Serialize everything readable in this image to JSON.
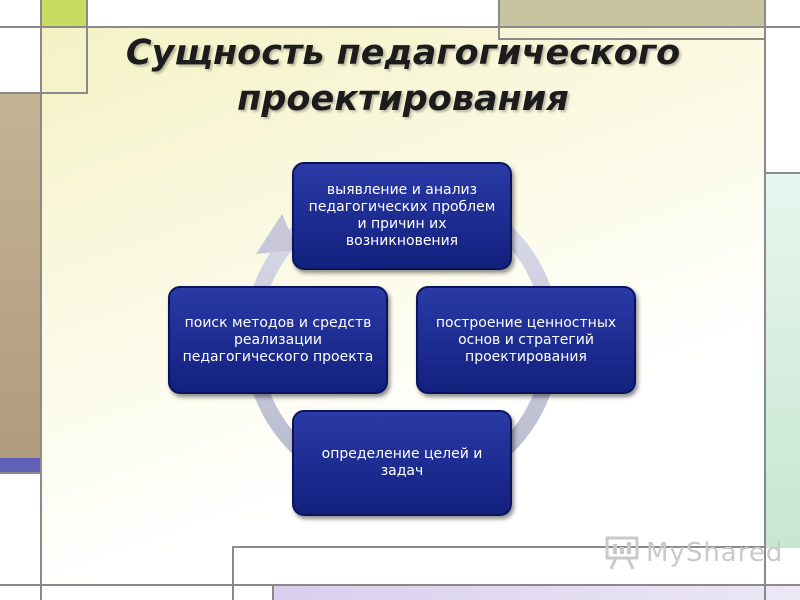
{
  "slide": {
    "title_line1": "Сущность педагогического",
    "title_line2": "проектирования"
  },
  "cycle": {
    "steps": [
      "выявление и анализ педагогических проблем и причин их возникновения",
      "построение ценностных основ и стратегий проектирования",
      "определение целей и задач",
      "поиск методов и средств реализации педагогического проекта"
    ]
  },
  "watermark": {
    "text": "MyShared"
  },
  "colors": {
    "node_fill": "#1a2a8f",
    "accent_green": "#c8dc64",
    "accent_tan": "#c8c4a0",
    "accent_brown": "#b8a888",
    "accent_mint": "#d9efe0",
    "accent_purple": "#6060b8",
    "accent_lavender": "#e2dcf2"
  }
}
